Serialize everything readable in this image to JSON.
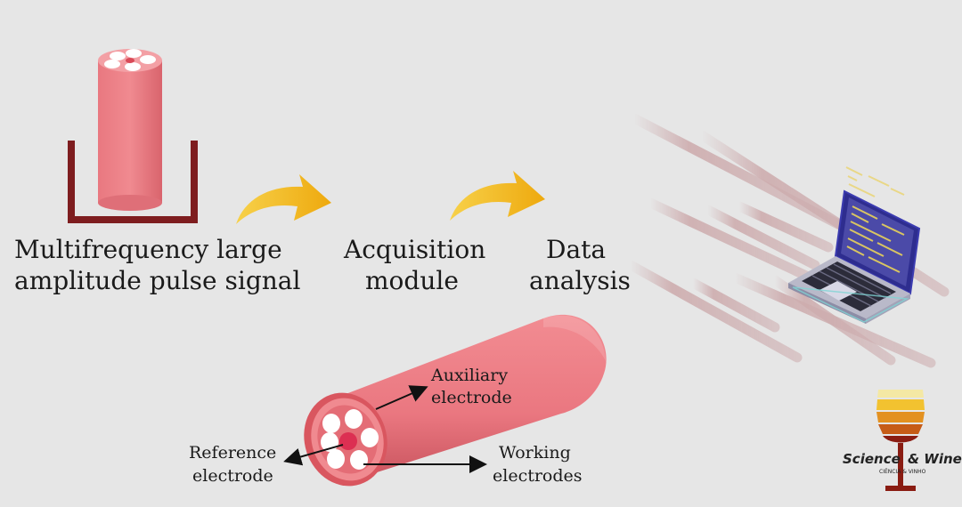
{
  "labels": {
    "signal_line1": "Multifrequency large",
    "signal_line2": "amplitude pulse signal",
    "acq_line1": "Acquisition",
    "acq_line2": "module",
    "data_line1": "Data",
    "data_line2": "analysis",
    "aux_line1": "Auxiliary",
    "aux_line2": "electrode",
    "ref_line1": "Reference",
    "ref_line2": "electrode",
    "work_line1": "Working",
    "work_line2": "electrodes"
  },
  "logo": {
    "name_left": "Science",
    "name_right": "& Wine",
    "subtitle": "CIÊNCIA & VINHO"
  },
  "colors": {
    "electrode_body": "#ec7f86",
    "electrode_dark": "#c85a63",
    "beaker": "#7e1d1f",
    "arrow": "#f2b81e",
    "background": "#e6e6e6"
  }
}
